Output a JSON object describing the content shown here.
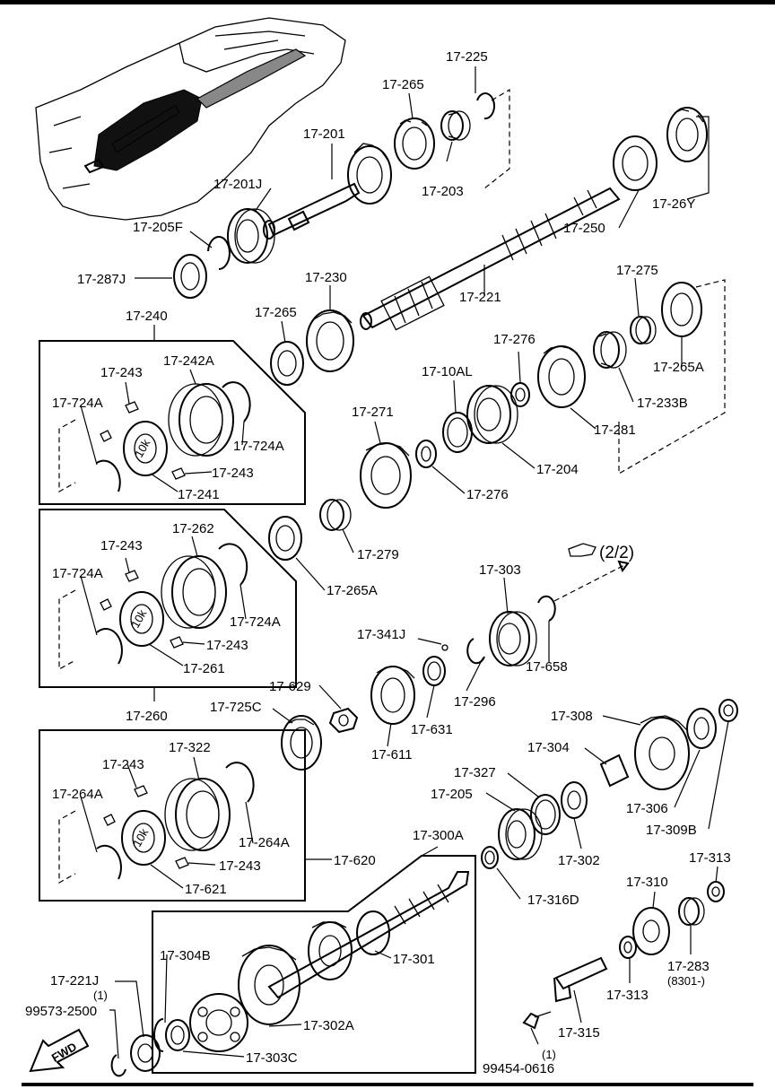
{
  "labels": {
    "p17_225": "17-225",
    "p17_265_top": "17-265",
    "p17_201": "17-201",
    "p17_203": "17-203",
    "p17_201J": "17-201J",
    "p17_205F": "17-205F",
    "p17_287J": "17-287J",
    "p17_26Y": "17-26Y",
    "p17_250": "17-250",
    "p17_221": "17-221",
    "p17_275": "17-275",
    "p17_265A_right": "17-265A",
    "p17_233B": "17-233B",
    "p17_281": "17-281",
    "p17_276_top": "17-276",
    "p17_10AL": "17-10AL",
    "p17_204": "17-204",
    "p17_276_bot": "17-276",
    "p17_271": "17-271",
    "p17_279": "17-279",
    "p17_265A_mid": "17-265A",
    "p17_230": "17-230",
    "p17_265_mid": "17-265",
    "p17_240": "17-240",
    "p17_243_a": "17-243",
    "p17_242A": "17-242A",
    "p17_724A_a": "17-724A",
    "p17_724A_b": "17-724A",
    "p17_243_b": "17-243",
    "p17_241": "17-241",
    "p17_243_c": "17-243",
    "p17_262": "17-262",
    "p17_724A_c": "17-724A",
    "p17_724A_d": "17-724A",
    "p17_243_d": "17-243",
    "p17_261": "17-261",
    "p17_260": "17-260",
    "p17_303": "17-303",
    "p17_658": "17-658",
    "p17_341J": "17-341J",
    "p17_296": "17-296",
    "p17_629": "17-629",
    "p17_725C": "17-725C",
    "p17_631": "17-631",
    "p17_611": "17-611",
    "p17_308": "17-308",
    "p17_304": "17-304",
    "p17_327": "17-327",
    "p17_205": "17-205",
    "p17_306": "17-306",
    "p17_309B": "17-309B",
    "p17_302": "17-302",
    "p17_243_e": "17-243",
    "p17_322": "17-322",
    "p17_264A_a": "17-264A",
    "p17_264A_b": "17-264A",
    "p17_620": "17-620",
    "p17_243_f": "17-243",
    "p17_621": "17-621",
    "p17_300A": "17-300A",
    "p17_316D": "17-316D",
    "p17_313_a": "17-313",
    "p17_310": "17-310",
    "p17_283": "17-283",
    "p17_283_note": "(8301-)",
    "p17_313_b": "17-313",
    "p17_315": "17-315",
    "p17_301": "17-301",
    "p17_304B": "17-304B",
    "p17_302A": "17-302A",
    "p17_303C": "17-303C",
    "p17_221J": "17-221J",
    "p17_221J_qty": "(1)",
    "p99573": "99573-2500",
    "p99454": "99454-0616",
    "p99454_qty": "(1)",
    "page_ref": "(2/2)",
    "hub_mark_a": "10k",
    "hub_mark_b": "10k",
    "hub_mark_c": "10k",
    "fwd_mark": "FWD"
  },
  "icons": [
    "hand-pointer-icon",
    "fwd-arrow-icon"
  ],
  "colors": {
    "ink": "#000000",
    "paper": "#ffffff"
  }
}
